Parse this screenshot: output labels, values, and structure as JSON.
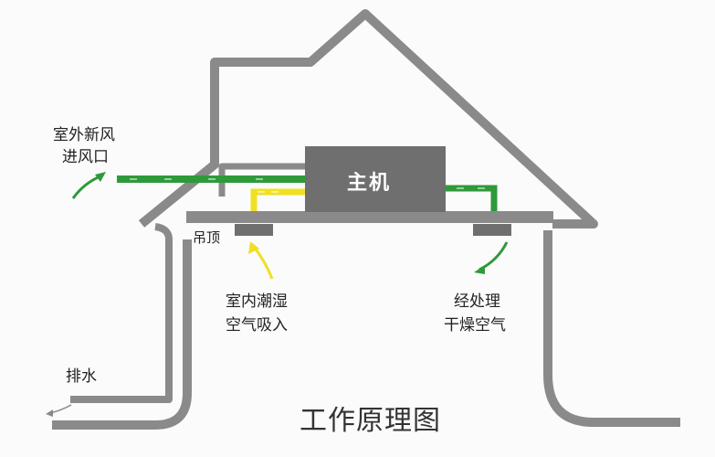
{
  "title": "工作原理图",
  "main_unit": "主机",
  "labels": {
    "outdoor_fresh_air": "室外新风",
    "air_inlet": "进风口",
    "ceiling": "吊顶",
    "indoor_humid_1": "室内潮湿",
    "indoor_humid_2": "空气吸入",
    "treated_1": "经处理",
    "treated_2": "干燥空气",
    "drain": "排水"
  },
  "colors": {
    "wall": "#8a8a8a",
    "unit": "#6f6f6f",
    "fresh_air": "#2e9a3a",
    "humid_air": "#f0e020"
  }
}
